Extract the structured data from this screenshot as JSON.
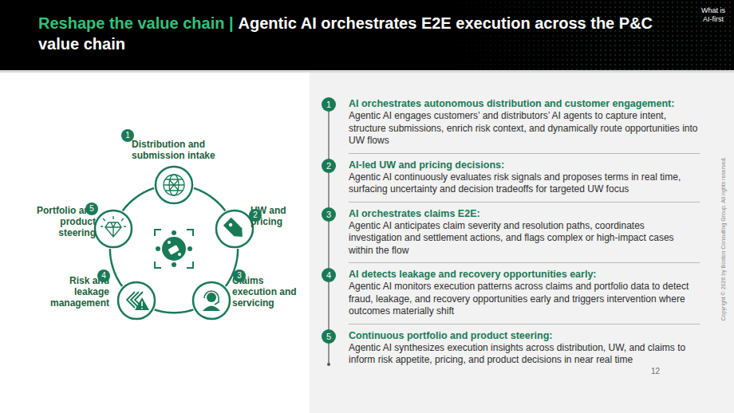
{
  "diagram": {
    "title": "Agentic AI orchestrates E2E execution across the P&C value chain",
    "nodes": [
      {
        "text": [
          "Distribution and submission intake"
        ]
      },
      {
        "text": [
          "UW and pricing"
        ]
      },
      {
        "text": [
          "Claims execution and servicing"
        ]
      },
      {
        "text": [
          "Risk and leakage management"
        ]
      },
      {
        "text": [
          "Portfolio and product steering"
        ]
      }
    ],
    "edges": [
      {
        "from": 0,
        "to": 1,
        "arrow": "none"
      },
      {
        "from": 1,
        "to": 2,
        "arrow": "none"
      },
      {
        "from": 2,
        "to": 3,
        "arrow": "none"
      },
      {
        "from": 3,
        "to": 4,
        "arrow": "none"
      },
      {
        "from": 4,
        "to": 0,
        "arrow": "none"
      }
    ],
    "labels": [
      "Reshape the value chain |",
      "What is AI-first",
      "1",
      "2",
      "3",
      "4",
      "5",
      "1",
      "AI orchestrates autonomous distribution and customer engagement:",
      "Agentic AI engages customers’ and distributors’ AI agents to capture intent, structure submissions, enrich risk context, and dynamically route opportunities into UW flows",
      "2",
      "AI-led UW and pricing decisions:",
      "Agentic AI continuously evaluates risk signals and proposes terms in real time, surfacing uncertainty and decision tradeoffs for targeted UW focus",
      "3",
      "AI orchestrates claims E2E:",
      "Agentic AI anticipates claim severity and resolution paths, coordinates investigation and settlement actions, and flags complex or high-impact cases within the flow",
      "4",
      "AI detects leakage and recovery opportunities early:",
      "Agentic AI monitors execution patterns across claims and portfolio data to detect fraud, leakage, and recovery opportunities early and triggers intervention where outcomes materially shift",
      "5",
      "Continuous portfolio and product steering:",
      "Agentic AI synthesizes execution insights across distribution, UW, and claims to inform risk appetite, pricing, and product decisions in near real time",
      "12",
      "Copyright © 2026 by Boston Consulting Group. All rights reserved."
    ]
  }
}
